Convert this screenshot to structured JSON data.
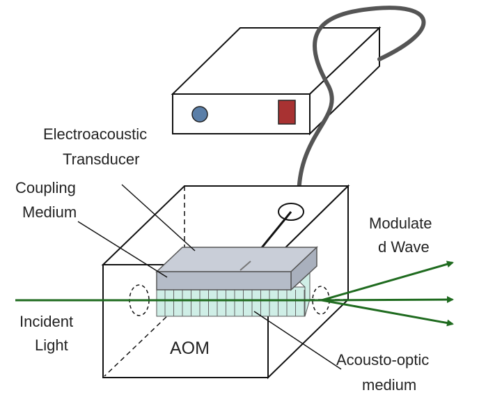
{
  "labels": {
    "transducer_line1": "Electroacoustic",
    "transducer_line2": "Transducer",
    "coupling_line1": "Coupling",
    "coupling_line2": "Medium",
    "modulated_line1": "Modulate",
    "modulated_line2": "d Wave",
    "incident_line1": "Incident",
    "incident_line2": "Light",
    "aom": "AOM",
    "medium_line1": "Acousto-optic",
    "medium_line2": "medium"
  },
  "colors": {
    "beam": "#1f6b1f",
    "outline": "#111111",
    "knob": "#5b7fa8",
    "switch": "#a83232",
    "transducer_top": "#c9ced8",
    "transducer_side": "#a9b0bd",
    "medium_fill": "#cfeee6"
  }
}
